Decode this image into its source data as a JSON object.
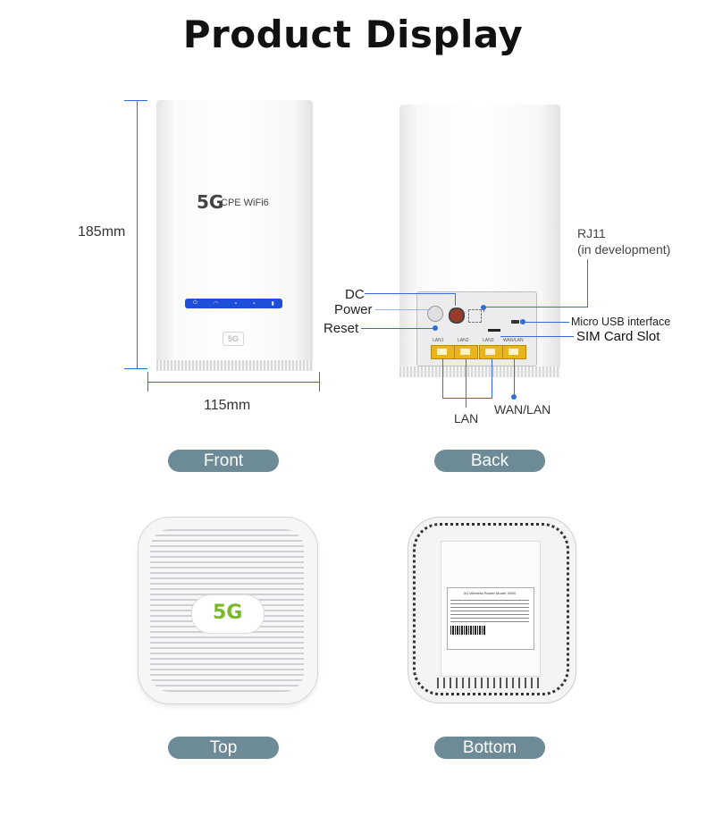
{
  "title": "Product Display",
  "front": {
    "caption": "Front",
    "height_label": "185mm",
    "width_label": "115mm",
    "logo_5g": "5G",
    "logo_text": "CPE WiFi6",
    "bottom_logo": "5G"
  },
  "back": {
    "caption": "Back",
    "labels": {
      "dc": "DC",
      "power": "Power",
      "reset": "Reset",
      "rj11": "RJ11",
      "rj11_note": "(in development)",
      "micro_usb": "Micro USB interface",
      "sim": "SIM Card Slot",
      "lan": "LAN",
      "wan": "WAN/LAN"
    },
    "port_labels": [
      "LAN1",
      "LAN2",
      "LAN3",
      "WAN/LAN"
    ]
  },
  "top": {
    "caption": "Top",
    "logo": "5G"
  },
  "bottom": {
    "caption": "Bottom",
    "label_title": "5G Wireless Router Model: 5590"
  },
  "colors": {
    "caption_bg": "#6d8b97",
    "leader_line": "#2f6fd6",
    "led_bar": "#1d4fd8",
    "port": "#e9b51c"
  }
}
